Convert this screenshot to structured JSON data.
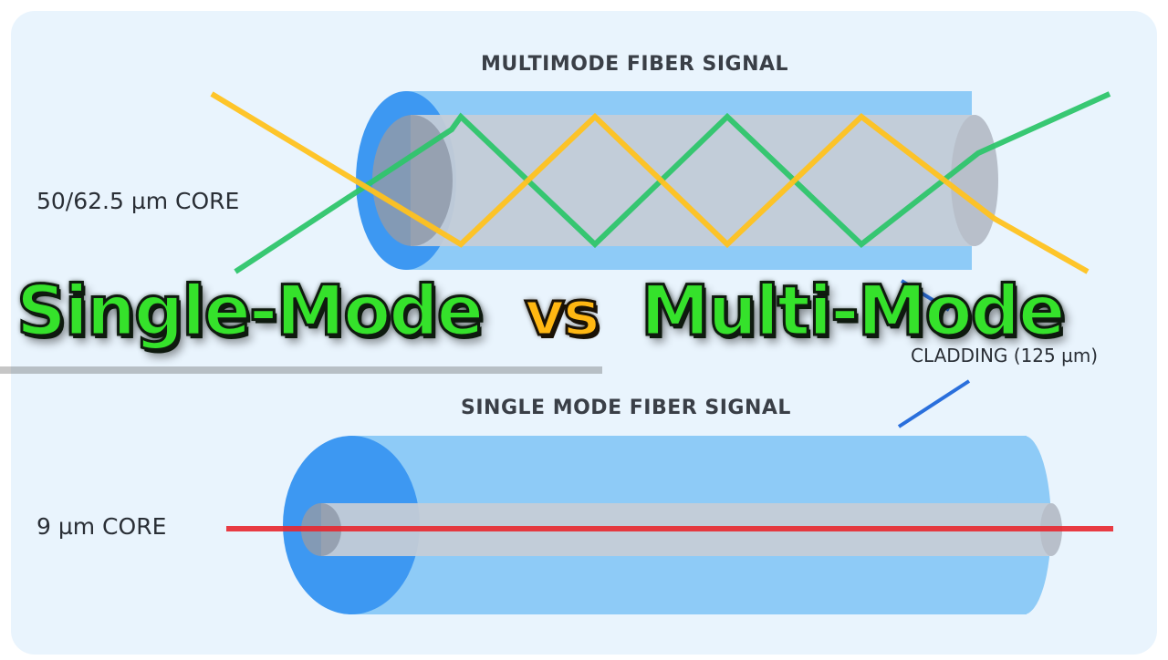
{
  "multimode": {
    "title": "MULTIMODE FIBER SIGNAL",
    "core_label": "50/62.5 µm CORE",
    "cladding_label": "CLADDING (125 µm)"
  },
  "singlemode": {
    "title": "SINGLE MODE FIBER SIGNAL",
    "core_label": "9 µm CORE"
  },
  "headline": {
    "left": "Single-Mode",
    "middle": "vs",
    "right": "Multi-Mode"
  },
  "colors": {
    "panel_bg": "#e9f4fd",
    "cladding": "#8ecbf7",
    "cladding_end": "#3d98f2",
    "core": "#c7cdd6",
    "green_ray": "#2ec56b",
    "yellow_ray": "#ffc21f",
    "laser": "#e8282f",
    "pointer": "#2a6fdc",
    "headline_green": "#35e22b",
    "headline_orange": "#ffb712"
  }
}
